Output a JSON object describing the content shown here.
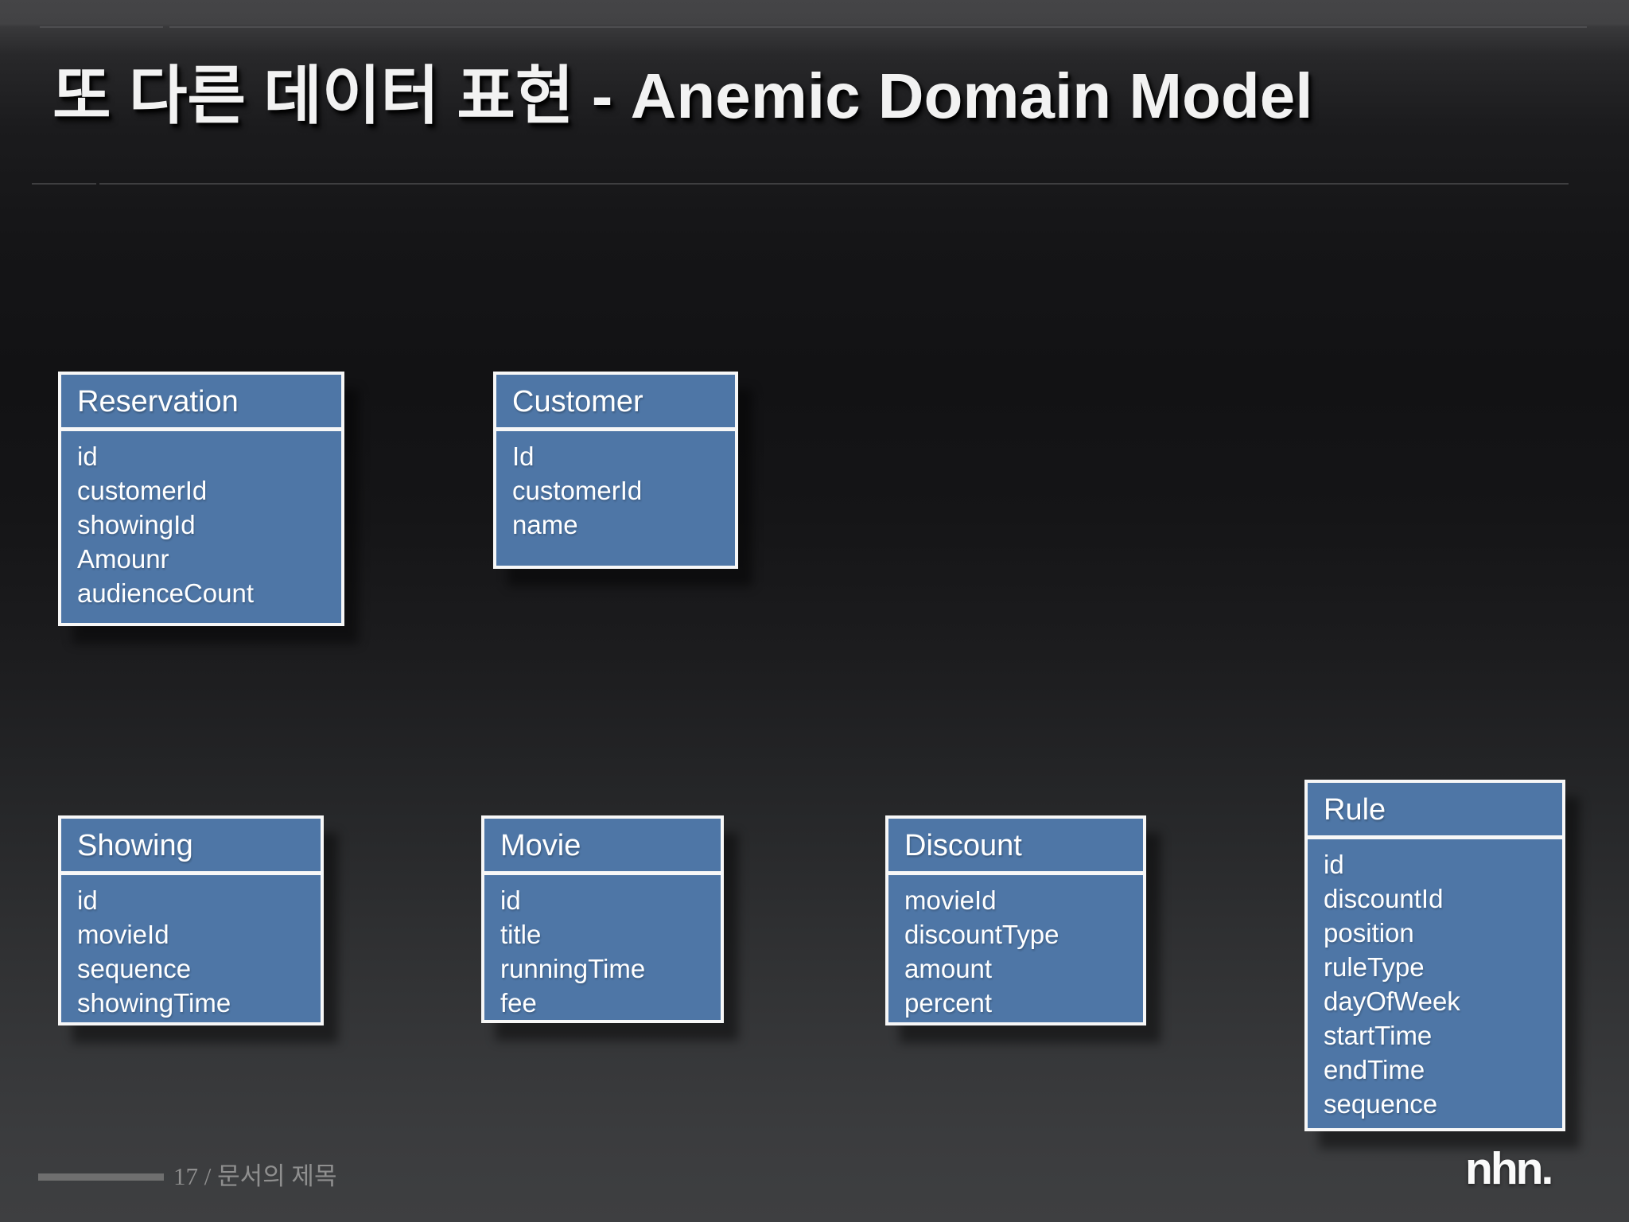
{
  "slide": {
    "title": "또 다른 데이터 표현 - Anemic Domain Model",
    "footer_label": "17 / 문서의 제목",
    "logo_text": "nhn."
  },
  "colors": {
    "entity_fill": "#4e76a6",
    "entity_border": "#f7f7f7",
    "background_top": "#454547",
    "background_dark": "#121214",
    "background_bottom": "#3e3f41",
    "title_text": "#f2f2f2",
    "footer_text": "#8f8f8f"
  },
  "entities": [
    {
      "name": "Reservation",
      "fields": [
        "id",
        "customerId",
        "showingId",
        "Amounr",
        "audienceCount"
      ]
    },
    {
      "name": "Customer",
      "fields": [
        "Id",
        "customerId",
        "name"
      ]
    },
    {
      "name": "Showing",
      "fields": [
        "id",
        "movieId",
        "sequence",
        "showingTime"
      ]
    },
    {
      "name": "Movie",
      "fields": [
        "id",
        "title",
        "runningTime",
        "fee"
      ]
    },
    {
      "name": "Discount",
      "fields": [
        "movieId",
        "discountType",
        "amount",
        "percent"
      ]
    },
    {
      "name": "Rule",
      "fields": [
        "id",
        "discountId",
        "position",
        "ruleType",
        "dayOfWeek",
        "startTime",
        "endTime",
        "sequence"
      ]
    }
  ]
}
